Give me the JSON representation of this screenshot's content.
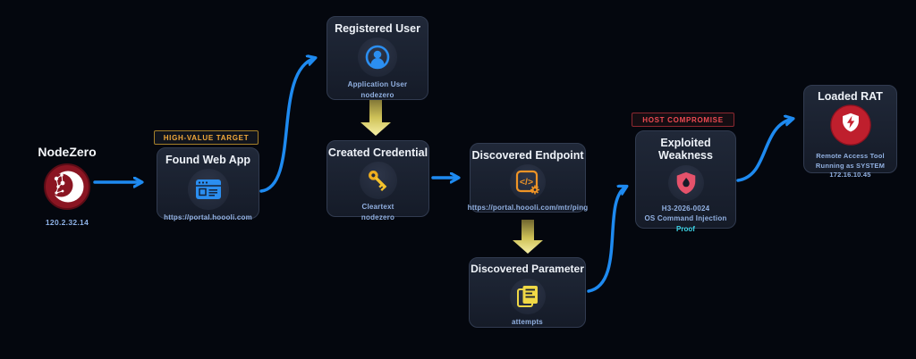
{
  "colors": {
    "background": "#04070e",
    "blue_arrow": "#1e8af0",
    "yellow_arrow_light": "#f6f0a6",
    "high_value_target": "#f2a93b",
    "host_compromise": "#ee4a52",
    "link": "#3cd4e6",
    "card_bg": "#1a2130",
    "nodezero_red": "#8a1522"
  },
  "nodes": {
    "nodezero": {
      "title": "NodeZero",
      "ip": "120.2.32.14",
      "icon": "nodezero-logo-icon"
    },
    "found_web_app": {
      "badge": "HIGH-VALUE TARGET",
      "title": "Found Web App",
      "url": "https://portal.hoooli.com",
      "icon": "web-app-icon"
    },
    "registered_user": {
      "title": "Registered User",
      "lines": [
        "Application User",
        "nodezero"
      ],
      "icon": "user-icon"
    },
    "created_credential": {
      "title": "Created Credential",
      "lines": [
        "Cleartext",
        "nodezero"
      ],
      "icon": "key-icon"
    },
    "discovered_endpoint": {
      "title": "Discovered Endpoint",
      "url": "https://portal.hoooli.com/mtr/ping",
      "icon": "api-endpoint-icon"
    },
    "discovered_parameter": {
      "title": "Discovered Parameter",
      "lines": [
        "attempts"
      ],
      "icon": "parameter-pages-icon"
    },
    "exploited_weakness": {
      "badge": "HOST COMPROMISE",
      "title": "Exploited Weakness",
      "lines": [
        "H3-2026-0024",
        "OS Command Injection"
      ],
      "link": "Proof",
      "icon": "shield-flame-icon"
    },
    "loaded_rat": {
      "title": "Loaded RAT",
      "lines": [
        "Remote Access Tool",
        "Running as SYSTEM",
        "172.16.10.45"
      ],
      "icon": "shield-bolt-icon"
    }
  }
}
